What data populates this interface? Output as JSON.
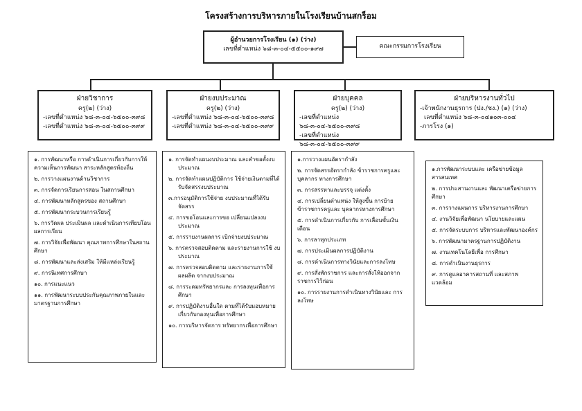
{
  "title": "โครงสร้างการบริหารภายในโรงเรียนบ้านสกร็อม",
  "director": {
    "line1": "ผู้อำนวยการโรงเรียน (๑) (ว่าง)",
    "line2": "เลขที่ตำแหน่ง ๖๘-๓-๐๔-๕๕๐๐-๑๙๗"
  },
  "committee": "คณะกรรมการโรงเรียน",
  "departments": [
    {
      "name": "ฝ่ายวิชาการ",
      "lines": [
        "ครู(๒) (ว่าง)",
        "-เลขที่ตำแหน่ง ๖๘-๓-๐๔-๖๕๐๐-๓๙๘",
        "-เลขที่ตำแหน่ง ๖๘-๓-๐๔-๖๕๐๐-๓๙๙"
      ],
      "items": [
        "๑. การพัฒนาหรือ การดำเนินการเกี่ยวกับการให้ความเห็นการพัฒนา สาระหลักสูตรท้องถิ่น",
        "๒. การวางแผนงานด้านวิชาการ",
        "๓. การจัดการเรียนการสอน ในสถานศึกษา",
        "๔. การพัฒนาหลักสูตรของ สถานศึกษา",
        "๕. การพัฒนากระบวนการเรียนรู้",
        "๖. การวัดผล ประเมินผล และดำเนินการเทียบโอนผลการเรียน",
        "๗. การวิจัยเพื่อพัฒนา คุณภาพการศึกษาในสถานศึกษา",
        "๘. การพัฒนาและส่งเสริม ให้มีแหล่งเรียนรู้",
        "๙. การนิเทศการศึกษา",
        "๑๐. การแนะแนว",
        "๑๑. การพัฒนาระบบประกันคุณภาพภายในและ มาตรฐานการศึกษา"
      ]
    },
    {
      "name": "ฝ่ายงบประมาณ",
      "lines": [
        "ครู(๒) (ว่าง)",
        "-เลขที่ตำแหน่ง ๖๘-๓-๐๔-๖๕๐๐-๓๙๘",
        "-เลขที่ตำแหน่ง ๖๘-๓-๐๔-๖๕๐๐-๓๙๙"
      ],
      "items": [
        "๑. การจัดทำแผนงบประมาณ และคำขอตั้งงบประมาณ",
        "๒. การจัดทำแผนปฏิบัติการ ใช้จ่ายเงินตามที่ได้รับจัดสรรงบประมาณ",
        "๓.การอนุมัติการใช้จ่าย งบประมาณที่ได้รับจัดสรร",
        "๔. การขอโอนและการขอ เปลี่ยนแปลงงบประมาณ",
        "๕. การรายงานผลการ เบิกจ่ายงบประมาณ",
        "๖. การตรวจสอบติดตาม และรายงานการใช้ งบประมาณ",
        "๗. การตรวจสอบติดตาม และรายงานการใช้ผลผลิต จากงบประมาณ",
        "๘. การระดมทรัพยากรและ การลงทุนเพื่อการศึกษา",
        "๙. การปฏิบัติงานอื่นใด ตามที่ได้รับมอบหมาย เกี่ยวกับกองทุนเพื่อการศึกษา",
        "๑๐. การบริหารจัดการ ทรัพยากรเพื่อการศึกษา"
      ]
    },
    {
      "name": "ฝ่ายบุคคล",
      "lines": [
        "ครู(๒) (ว่าง)",
        "-เลขที่ตำแหน่ง ๖๘-๓-๐๔-๖๕๐๐-๓๙๘",
        "-เลขที่ตำแหน่ง ๖๘-๓-๐๔-๖๕๐๐-๓๙๙"
      ],
      "items": [
        "๑.การวางแผนอัตรากำลัง",
        "๒. การจัดสรรอัตรากำลัง ข้าราชการครูและบุคลากร ทางการศึกษา",
        "๓. การสรรหาและบรรจุ แต่งตั้ง",
        "๔. การเปลี่ยนตำแหน่ง ให้สูงขึ้น การย้ายข้าราชการครูและ บุคลากรทางการศึกษา",
        "๕. การดำเนินการเกี่ยวกับ การเลื่อนขั้นเงินเดือน",
        "๖. การลาทุกประเภท",
        "๗. การประเมินผลการปฏิบัติงาน",
        "๘. การดำเนินการทางวินัยและการลงโทษ",
        "๙. การสั่งพักราชการ และการสั่งให้ออกจากราชการไว้ก่อน",
        "๑๐. การรายงานการดำเนินทางวินัยและ การลงโทษ"
      ]
    },
    {
      "name": "ฝ่ายบริหารงานทั่วไป",
      "lines": [
        "-เจ้าพนักงานธุรการ (ปง./ชง.) (๑) (ว่าง)",
        "เลขที่ตำแหน่ง ๖๘-๓-๐๔๑๐๓-๐๐๔",
        "-ภารโรง (๑)"
      ],
      "items": [
        "๑.การพัฒนาระบบและ เครือข่ายข้อมูลสารสนเทศ",
        "๒. การประสานงานและ พัฒนาเครือข่ายการศึกษา",
        "๓. การวางแผนการ บริหารงานการศึกษา",
        "๔. งานวิจัยเพื่อพัฒนา นโยบายและแผน",
        "๕. การจัดระบบการ บริหารและพัฒนาองค์กร",
        "๖. การพัฒนามาตรฐานการปฏิบัติงาน",
        "๗. งานเทคโนโลยีเพื่อ การศึกษา",
        "๘. การดำเนินงานธุรการ",
        "๙. การดูแลอาคารสถานที่ และสภาพแวดล้อม"
      ]
    }
  ]
}
